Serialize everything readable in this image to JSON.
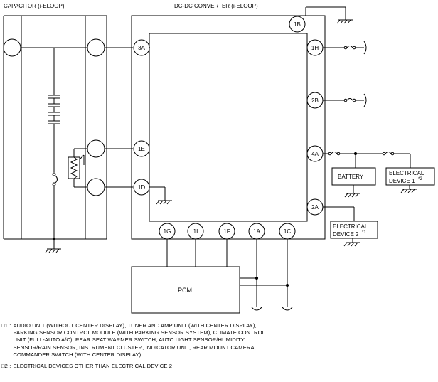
{
  "labels": {
    "capacitor_title": "CAPACITOR (i-ELOOP)",
    "converter_title": "DC-DC CONVERTER (i-ELOOP)",
    "battery": "BATTERY",
    "device1_line1": "ELECTRICAL",
    "device1_line2": "DEVICE 1",
    "device1_sup": "*2",
    "device2_line1": "ELECTRICAL",
    "device2_line2": "DEVICE 2",
    "device2_sup": "*1",
    "pcm": "PCM"
  },
  "terminals": {
    "t1B": "1B",
    "t3A": "3A",
    "t1H": "1H",
    "t2B": "2B",
    "t1E": "1E",
    "t4A": "4A",
    "t1D": "1D",
    "t2A": "2A",
    "t1G": "1G",
    "t1I": "1I",
    "t1F": "1F",
    "t1A": "1A",
    "t1C": "1C"
  },
  "notes": [
    {
      "mark": "□1 :",
      "text": "AUDIO UNIT (WITHOUT CENTER DISPLAY), TUNER AND AMP UNIT (WITH CENTER DISPLAY),\nPARKING SENSOR CONTROL MODULE (WITH PARKING SENSOR SYSTEM), CLIMATE CONTROL\nUNIT (FULL-AUTO A/C), REAR SEAT WARMER SWITCH, AUTO LIGHT SENSOR/HUMIDITY\nSENSOR/RAIN SENSOR, INSTRUMENT CLUSTER, INDICATOR UNIT, REAR MOUNT CAMERA,\nCOMMANDER SWITCH (WITH CENTER DISPLAY)"
    },
    {
      "mark": "□2 :",
      "text": "ELECTRICAL DEVICES OTHER THAN ELECTRICAL DEVICE 2"
    }
  ]
}
